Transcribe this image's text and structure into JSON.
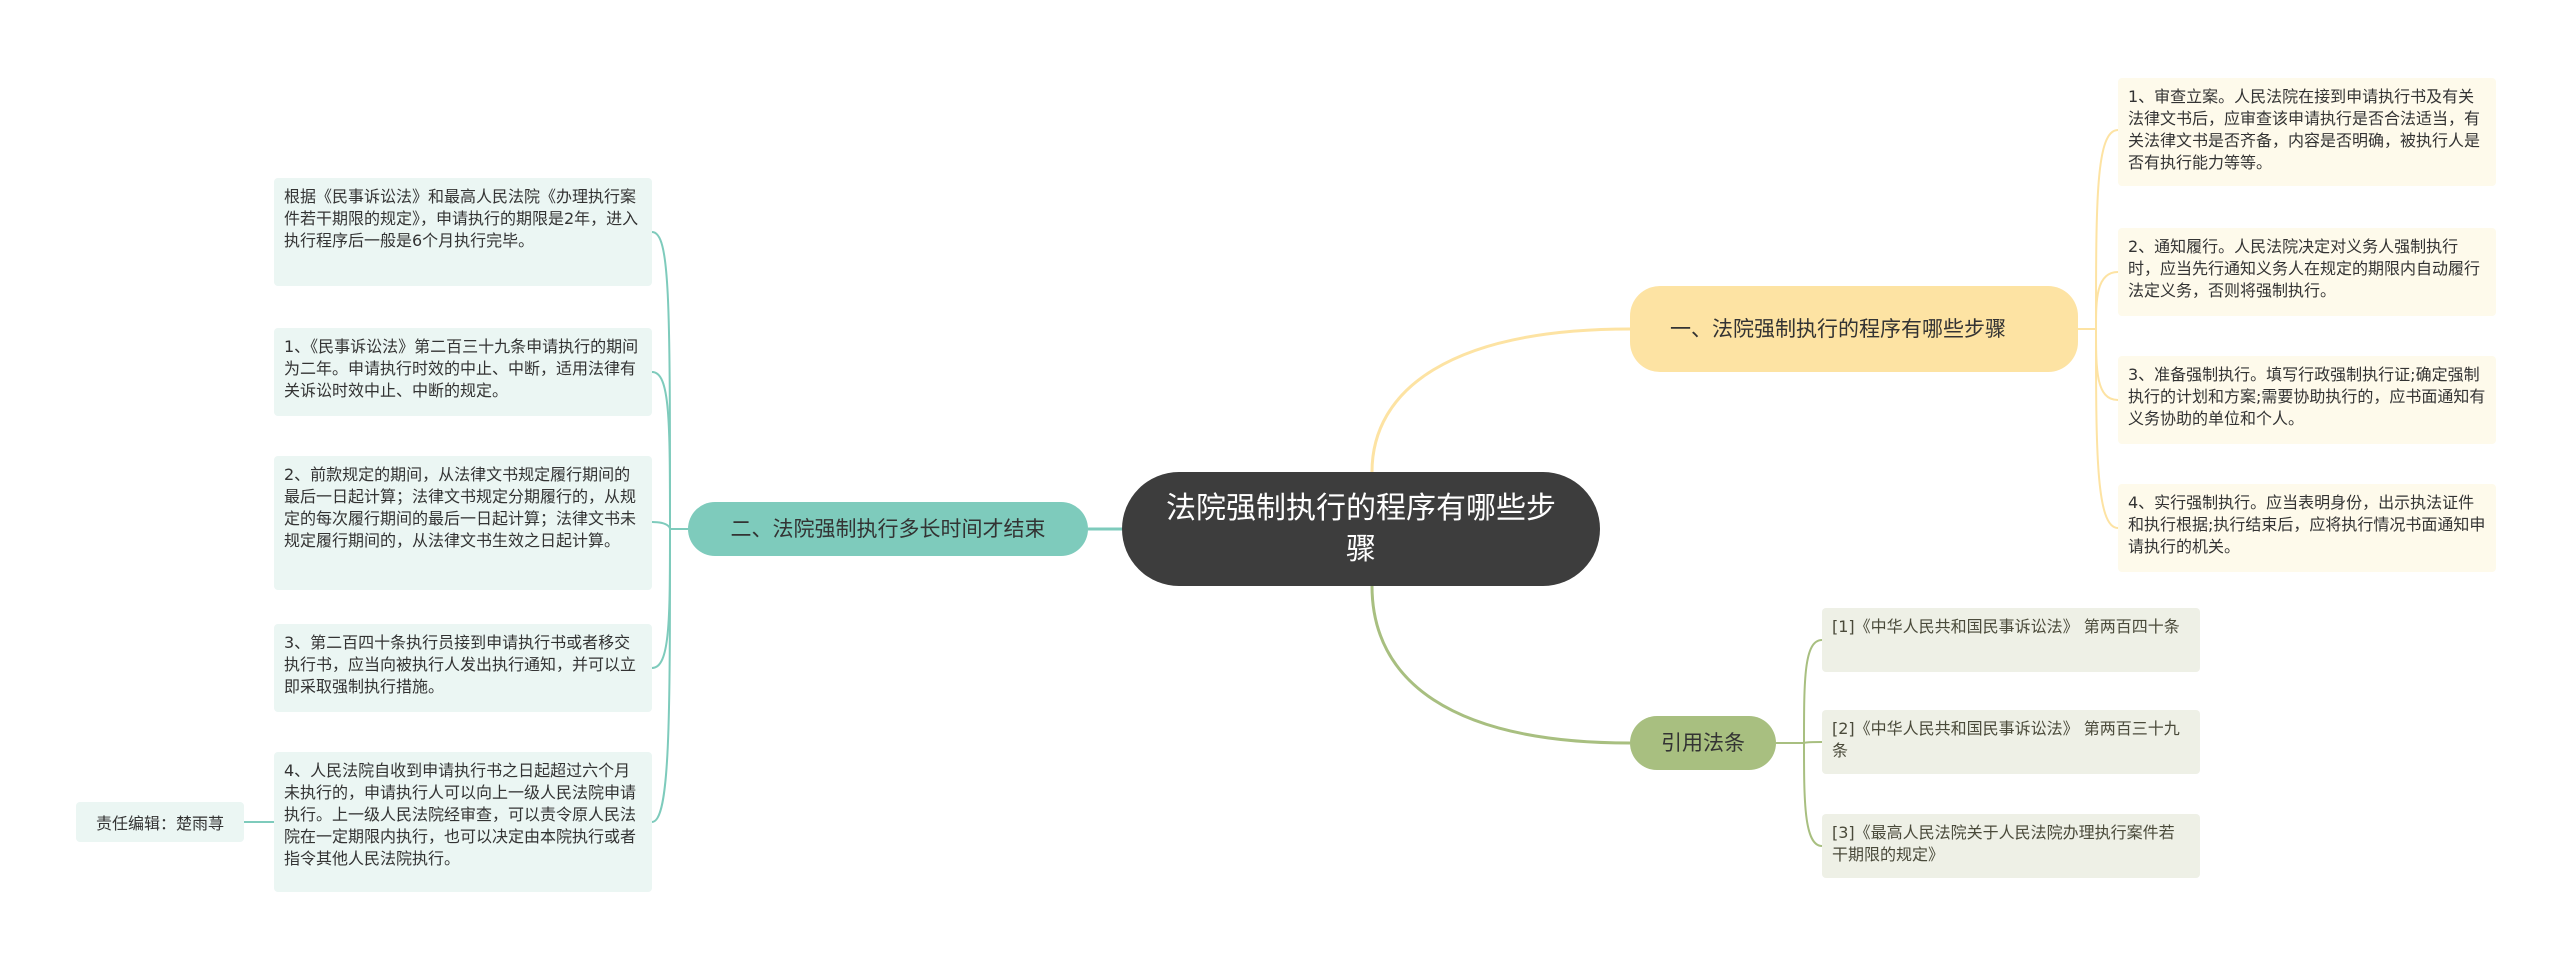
{
  "central": "法院强制执行的程序有哪些步骤",
  "branches": {
    "procedure": {
      "title": "一、法院强制执行的程序有哪些步骤",
      "items": [
        "1、审查立案。人民法院在接到申请执行书及有关法律文书后，应审查该申请执行是否合法适当，有关法律文书是否齐备，内容是否明确，被执行人是否有执行能力等等。",
        "2、通知履行。人民法院决定对义务人强制执行时，应当先行通知义务人在规定的期限内自动履行法定义务，否则将强制执行。",
        "3、准备强制执行。填写行政强制执行证;确定强制执行的计划和方案;需要协助执行的，应书面通知有义务协助的单位和个人。",
        "4、实行强制执行。应当表明身份，出示执法证件和执行根据;执行结束后，应将执行情况书面通知申请执行的机关。"
      ]
    },
    "duration": {
      "title": "二、法院强制执行多长时间才结束",
      "items": [
        "根据《民事诉讼法》和最高人民法院《办理执行案件若干期限的规定》，申请执行的期限是2年，进入执行程序后一般是6个月执行完毕。",
        "1、《民事诉讼法》第二百三十九条申请执行的期间为二年。申请执行时效的中止、中断，适用法律有关诉讼时效中止、中断的规定。",
        "2、前款规定的期间，从法律文书规定履行期间的最后一日起计算；法律文书规定分期履行的，从规定的每次履行期间的最后一日起计算；法律文书未规定履行期间的，从法律文书生效之日起计算。",
        "3、第二百四十条执行员接到申请执行书或者移交执行书，应当向被执行人发出执行通知，并可以立即采取强制执行措施。",
        "4、人民法院自收到申请执行书之日起超过六个月未执行的，申请执行人可以向上一级人民法院申请执行。上一级人民法院经审查，可以责令原人民法院在一定期限内执行，也可以决定由本院执行或者指令其他人民法院执行。"
      ],
      "editor": "责任编辑：楚雨荨"
    },
    "citations": {
      "title": "引用法条",
      "items": [
        "[1]《中华人民共和国民事诉讼法》 第两百四十条",
        "[2]《中华人民共和国民事诉讼法》 第两百三十九条",
        "[3]《最高人民法院关于人民法院办理执行案件若干期限的规定》"
      ]
    }
  },
  "colors": {
    "central": "#3d3d3d",
    "procedure": "#fde3a3",
    "duration": "#7ecbbc",
    "citations": "#a8bf80"
  }
}
